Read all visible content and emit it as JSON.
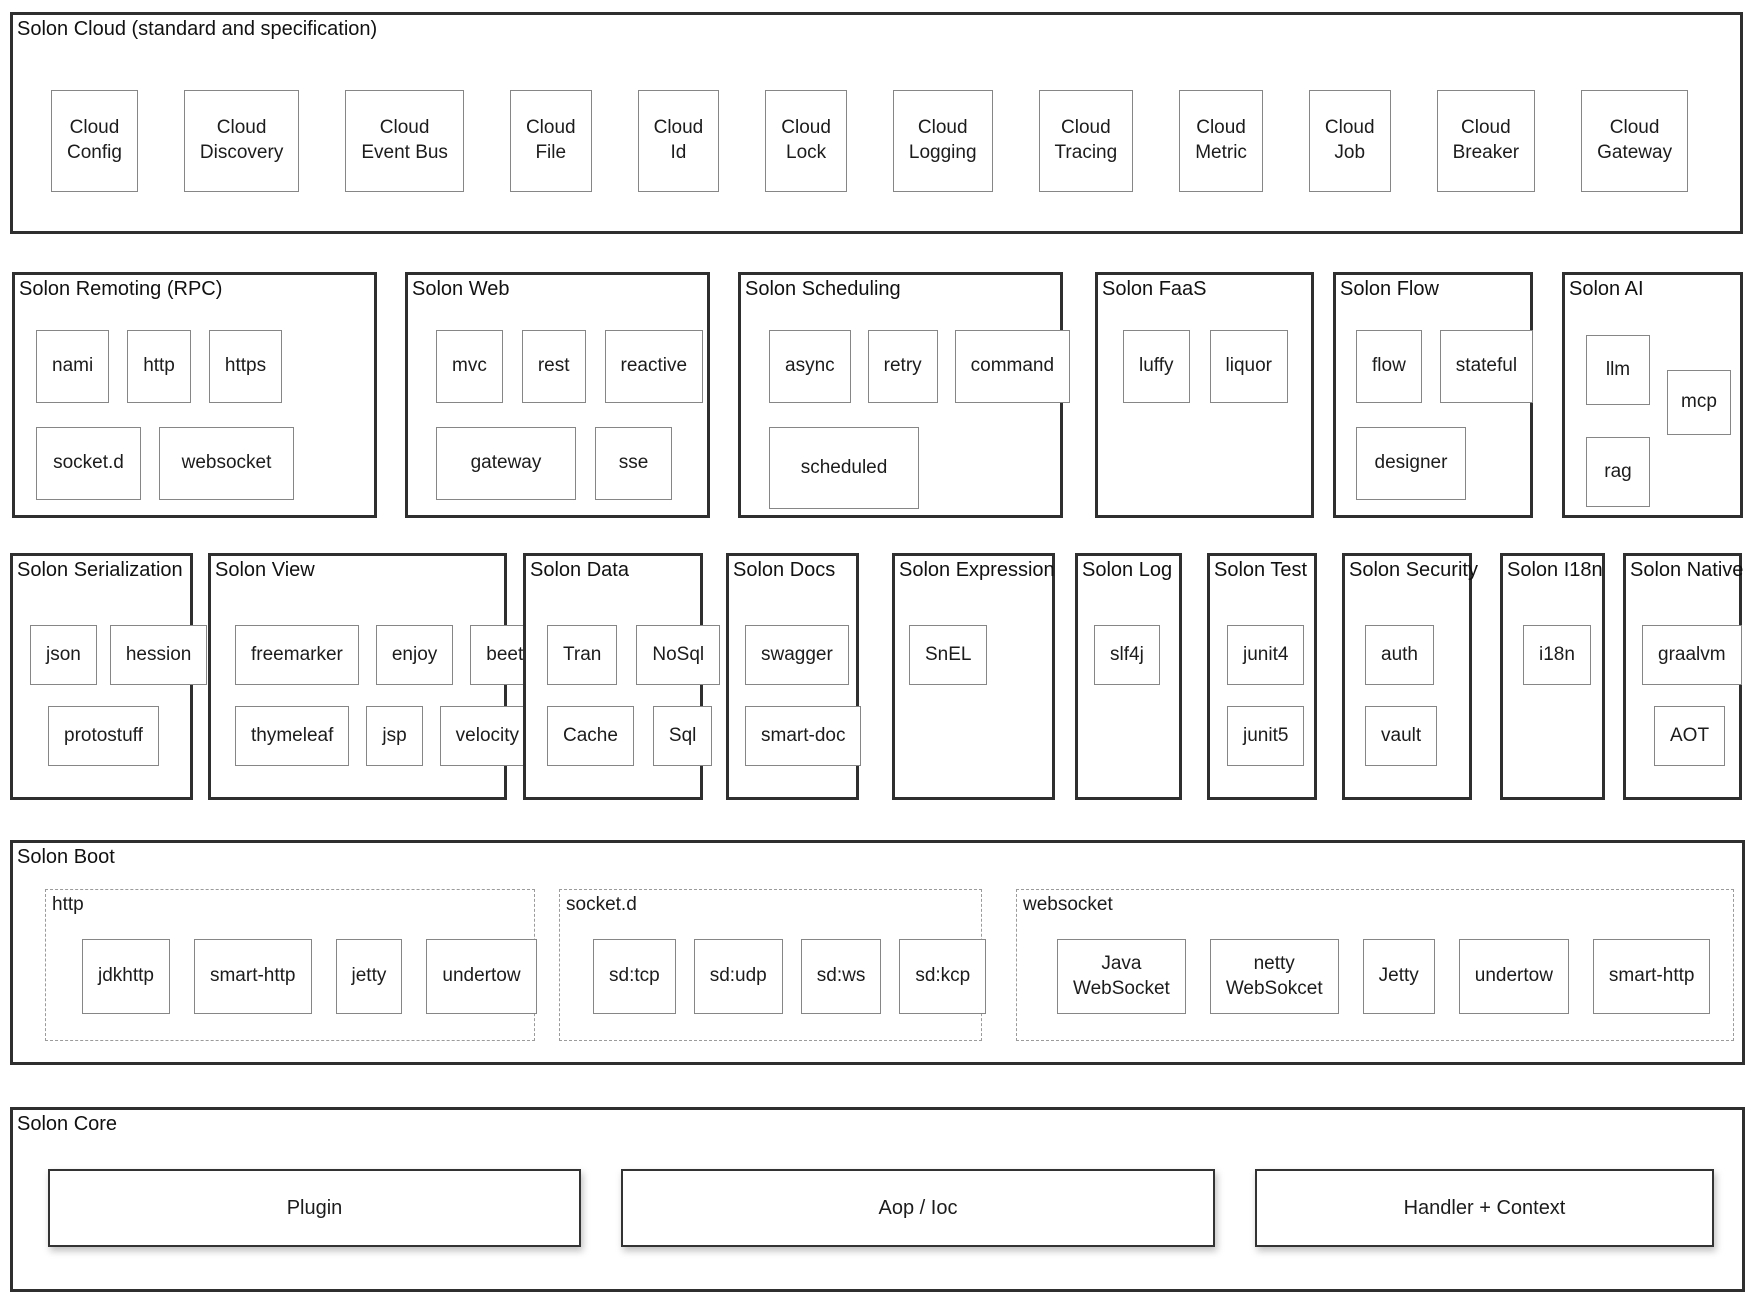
{
  "cloud": {
    "title": "Solon Cloud (standard and specification)",
    "items": [
      "Cloud\nConfig",
      "Cloud\nDiscovery",
      "Cloud\nEvent Bus",
      "Cloud\nFile",
      "Cloud\nId",
      "Cloud\nLock",
      "Cloud\nLogging",
      "Cloud\nTracing",
      "Cloud\nMetric",
      "Cloud\nJob",
      "Cloud\nBreaker",
      "Cloud\nGateway"
    ]
  },
  "remoting": {
    "title": "Solon Remoting (RPC)",
    "row1": [
      "nami",
      "http",
      "https"
    ],
    "row2": [
      "socket.d",
      "websocket"
    ]
  },
  "web": {
    "title": "Solon Web",
    "row1": [
      "mvc",
      "rest",
      "reactive"
    ],
    "row2": [
      "gateway",
      "sse"
    ]
  },
  "scheduling": {
    "title": "Solon Scheduling",
    "row1": [
      "async",
      "retry",
      "command"
    ],
    "row2": [
      "scheduled"
    ]
  },
  "faas": {
    "title": "Solon FaaS",
    "row1": [
      "luffy",
      "liquor"
    ]
  },
  "flow": {
    "title": "Solon Flow",
    "row1": [
      "flow",
      "stateful"
    ],
    "row2": [
      "designer"
    ]
  },
  "ai": {
    "title": "Solon AI",
    "llm": "llm",
    "mcp": "mcp",
    "rag": "rag"
  },
  "serialization": {
    "title": "Solon Serialization",
    "row1": [
      "json",
      "hession"
    ],
    "row2": [
      "protostuff"
    ]
  },
  "view": {
    "title": "Solon View",
    "row1": [
      "freemarker",
      "enjoy",
      "beetl"
    ],
    "row2": [
      "thymeleaf",
      "jsp",
      "velocity"
    ]
  },
  "data": {
    "title": "Solon Data",
    "row1": [
      "Tran",
      "NoSql"
    ],
    "row2": [
      "Cache",
      "Sql"
    ]
  },
  "docs": {
    "title": "Solon Docs",
    "row1": [
      "swagger"
    ],
    "row2": [
      "smart-doc"
    ]
  },
  "expression": {
    "title": "Solon Expression",
    "row1": [
      "SnEL"
    ]
  },
  "log": {
    "title": "Solon Log",
    "row1": [
      "slf4j"
    ]
  },
  "test": {
    "title": "Solon Test",
    "row1": [
      "junit4"
    ],
    "row2": [
      "junit5"
    ]
  },
  "security": {
    "title": "Solon Security",
    "row1": [
      "auth"
    ],
    "row2": [
      "vault"
    ]
  },
  "i18n": {
    "title": "Solon I18n",
    "row1": [
      "i18n"
    ]
  },
  "native": {
    "title": "Solon Native",
    "row1": [
      "graalvm"
    ],
    "row2": [
      "AOT"
    ]
  },
  "boot": {
    "title": "Solon Boot",
    "http": {
      "title": "http",
      "items": [
        "jdkhttp",
        "smart-http",
        "jetty",
        "undertow"
      ]
    },
    "socketd": {
      "title": "socket.d",
      "items": [
        "sd:tcp",
        "sd:udp",
        "sd:ws",
        "sd:kcp"
      ]
    },
    "websocket": {
      "title": "websocket",
      "items": [
        "Java\nWebSocket",
        "netty\nWebSokcet",
        "Jetty",
        "undertow",
        "smart-http"
      ]
    }
  },
  "core": {
    "title": "Solon Core",
    "items": [
      "Plugin",
      "Aop / Ioc",
      "Handler + Context"
    ]
  },
  "colors": {
    "outer_border": "#2f2f2f",
    "inner_border": "#868686",
    "dashed_border": "#9b9b9b",
    "text": "#1c1c1c",
    "background": "#ffffff"
  }
}
